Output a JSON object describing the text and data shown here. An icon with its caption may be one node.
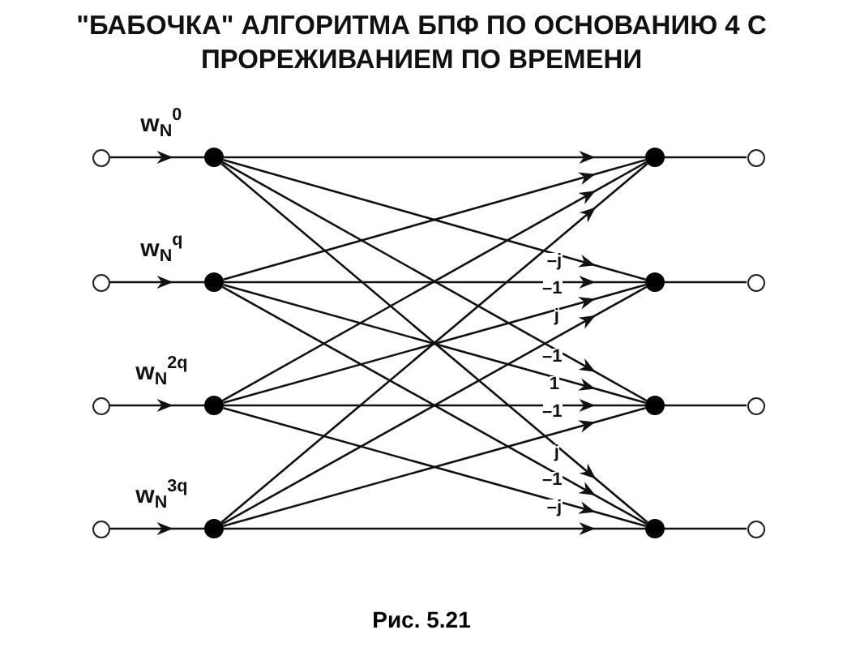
{
  "diagram": {
    "title": "\"БАБОЧКА\" АЛГОРИТМА БПФ ПО ОСНОВАНИЮ 4 С ПРОРЕЖИВАНИЕМ ПО ВРЕМЕНИ",
    "caption": "Рис. 5.21",
    "nodes": [
      {
        "text": [],
        "shape": "circle"
      },
      {
        "text": [],
        "shape": "circle"
      },
      {
        "text": [],
        "shape": "circle"
      },
      {
        "text": [],
        "shape": "circle"
      },
      {
        "text": [],
        "shape": "dot"
      },
      {
        "text": [],
        "shape": "dot"
      },
      {
        "text": [],
        "shape": "dot"
      },
      {
        "text": [],
        "shape": "dot"
      },
      {
        "text": [],
        "shape": "dot"
      },
      {
        "text": [],
        "shape": "dot"
      },
      {
        "text": [],
        "shape": "dot"
      },
      {
        "text": [],
        "shape": "dot"
      },
      {
        "text": [],
        "shape": "circle"
      },
      {
        "text": [],
        "shape": "circle"
      },
      {
        "text": [],
        "shape": "circle"
      },
      {
        "text": [],
        "shape": "circle"
      }
    ],
    "edges": [
      {
        "from": 0,
        "to": 4,
        "arrow": "to",
        "label": "w$_{N}$$^{0}$"
      },
      {
        "from": 1,
        "to": 5,
        "arrow": "to",
        "label": "w$_{N}$$^{q}$"
      },
      {
        "from": 2,
        "to": 6,
        "arrow": "to",
        "label": "w$_{N}$$^{2q}$"
      },
      {
        "from": 3,
        "to": 7,
        "arrow": "to",
        "label": "w$_{N}$$^{3q}$"
      },
      {
        "from": 4,
        "to": 8,
        "arrow": "to"
      },
      {
        "from": 5,
        "to": 8,
        "arrow": "to"
      },
      {
        "from": 6,
        "to": 8,
        "arrow": "to"
      },
      {
        "from": 7,
        "to": 8,
        "arrow": "to"
      },
      {
        "from": 4,
        "to": 9,
        "arrow": "to"
      },
      {
        "from": 5,
        "to": 9,
        "arrow": "to",
        "label": "–j"
      },
      {
        "from": 6,
        "to": 9,
        "arrow": "to",
        "label": "–1"
      },
      {
        "from": 7,
        "to": 9,
        "arrow": "to",
        "label": "j"
      },
      {
        "from": 4,
        "to": 10,
        "arrow": "to"
      },
      {
        "from": 5,
        "to": 10,
        "arrow": "to",
        "label": "–1"
      },
      {
        "from": 6,
        "to": 10,
        "arrow": "to",
        "label": "1"
      },
      {
        "from": 7,
        "to": 10,
        "arrow": "to",
        "label": "–1"
      },
      {
        "from": 4,
        "to": 11,
        "arrow": "to"
      },
      {
        "from": 5,
        "to": 11,
        "arrow": "to",
        "label": "j"
      },
      {
        "from": 6,
        "to": 11,
        "arrow": "to",
        "label": "–1"
      },
      {
        "from": 7,
        "to": 11,
        "arrow": "to",
        "label": "–j"
      },
      {
        "from": 8,
        "to": 12,
        "arrow": "none"
      },
      {
        "from": 9,
        "to": 13,
        "arrow": "none"
      },
      {
        "from": 10,
        "to": 14,
        "arrow": "none"
      },
      {
        "from": 11,
        "to": 15,
        "arrow": "none"
      }
    ]
  }
}
